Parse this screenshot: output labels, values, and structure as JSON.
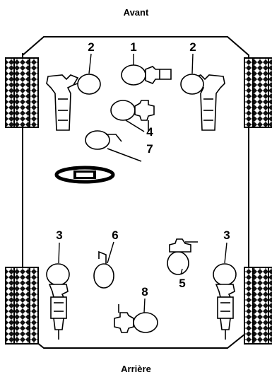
{
  "labels": {
    "front": "Avant",
    "rear": "Arrière"
  },
  "callouts": {
    "n1": "1",
    "n2a": "2",
    "n2b": "2",
    "n3a": "3",
    "n3b": "3",
    "n4": "4",
    "n5": "5",
    "n6": "6",
    "n7": "7",
    "n8": "8"
  }
}
